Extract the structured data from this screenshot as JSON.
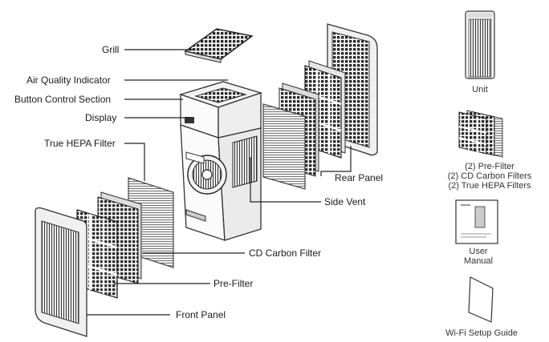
{
  "callouts": {
    "grill": "Grill",
    "air_quality_indicator": "Air Quality Indicator",
    "button_control_section": "Button Control Section",
    "display": "Display",
    "true_hepa_filter": "True HEPA Filter",
    "rear_panel": "Rear Panel",
    "side_vent": "Side Vent",
    "cd_carbon_filter": "CD Carbon Filter",
    "pre_filter": "Pre-Filter",
    "front_panel": "Front Panel"
  },
  "contents": {
    "unit": "Unit",
    "filters": [
      "(2) Pre-Filter",
      "(2) CD Carbon Filters",
      "(2) True HEPA Filters"
    ],
    "manual": [
      "User",
      "Manual"
    ],
    "wifi_guide": "Wi-Fi Setup Guide"
  }
}
